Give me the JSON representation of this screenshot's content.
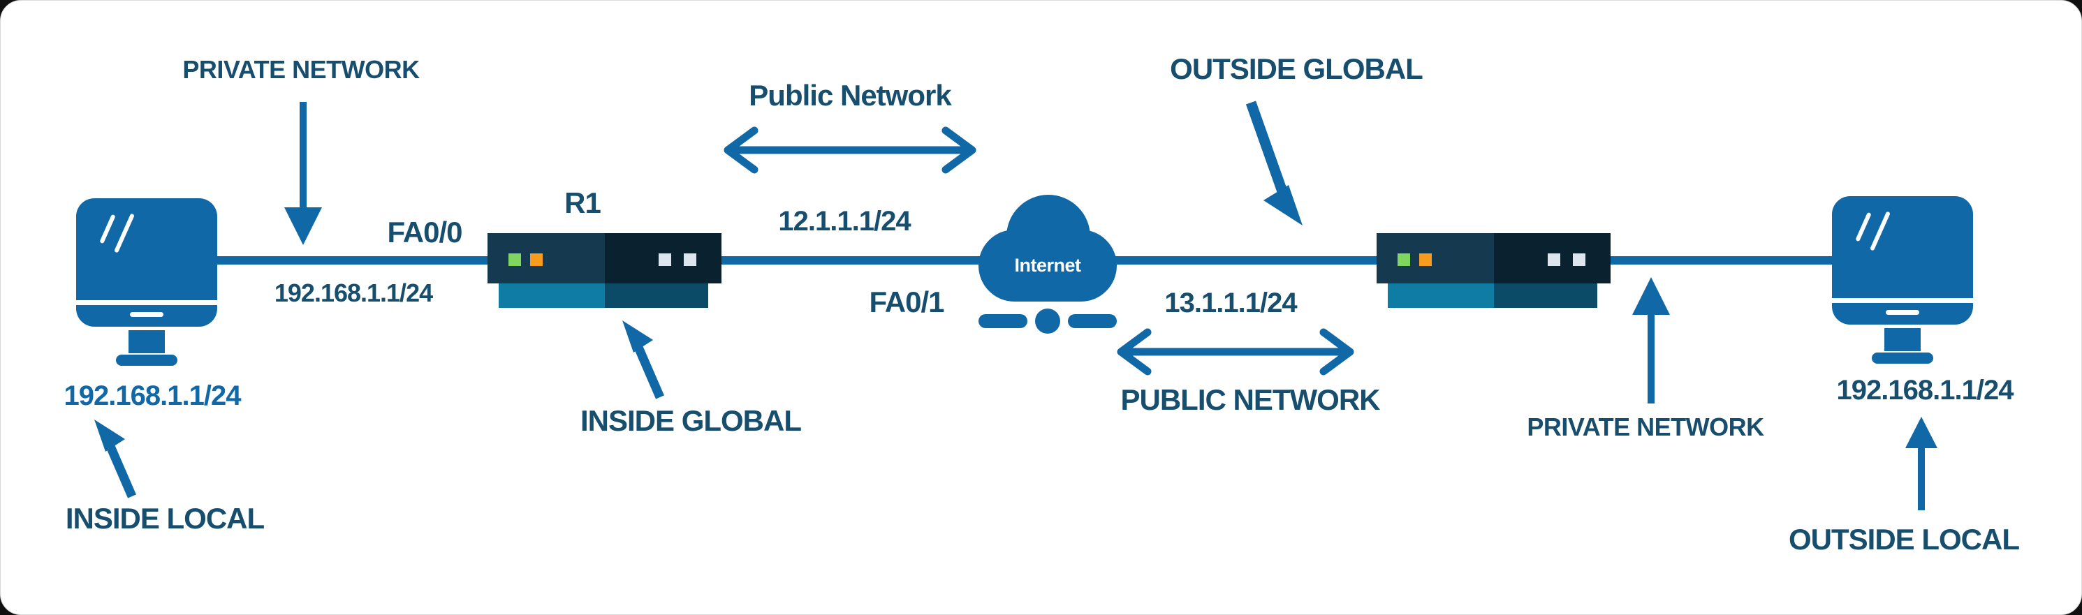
{
  "labels": {
    "private_network_left": "PRIVATE NETWORK",
    "fa0_0": "FA0/0",
    "fa0_0_ip": "192.168.1.1/24",
    "r1": "R1",
    "inside_global": "INSIDE GLOBAL",
    "host_left_ip": "192.168.1.1/24",
    "inside_local": "INSIDE LOCAL",
    "public_network_top": "Public Network",
    "ip_12": "12.1.1.1/24",
    "fa0_1": "FA0/1",
    "internet": "Internet",
    "ip_13": "13.1.1.1/24",
    "public_network_bottom": "PUBLIC NETWORK",
    "outside_global": "OUTSIDE GLOBAL",
    "private_network_right": "PRIVATE NETWORK",
    "host_right_ip": "192.168.1.1/24",
    "outside_local": "OUTSIDE LOCAL"
  },
  "colors": {
    "accent_blue": "#1168a7",
    "text_dark_teal": "#174e6e",
    "router_body_left": "#15394f",
    "router_body_right": "#0a2130",
    "router_base_left": "#0f7ca4",
    "router_base_right": "#0b4b68",
    "led_green": "#7fd55f",
    "led_orange": "#f79c1d",
    "led_white": "#dde6ee",
    "canvas": "#ffffff"
  }
}
